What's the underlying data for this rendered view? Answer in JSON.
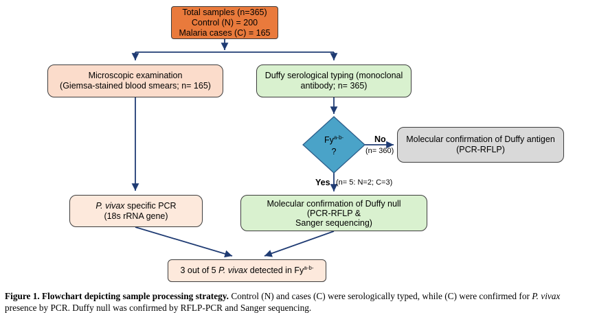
{
  "nodes": {
    "total": {
      "line1": "Total samples (n=365)",
      "line2": "Control (N) = 200",
      "line3": "Malaria cases (C) = 165"
    },
    "microscopic": {
      "line1": "Microscopic examination",
      "line2": "(Giemsa-stained blood smears; n= 165)"
    },
    "duffy_sero": {
      "line1": "Duffy serological typing (monoclonal",
      "line2": "antibody; n= 365)"
    },
    "decision": {
      "base": "Fy",
      "sup": "a-b-",
      "q": "?"
    },
    "mol_antigen": {
      "line1": "Molecular confirmation of Duffy antigen",
      "line2": "(PCR-RFLP)"
    },
    "pvivax_pcr": {
      "italic": "P. vivax",
      "line1_rest": " specific PCR",
      "line2": "(18s rRNA gene)"
    },
    "mol_null": {
      "line1": "Molecular confirmation of Duffy null",
      "line2": "(PCR-RFLP &",
      "line3": "Sanger sequencing)"
    },
    "result": {
      "pre": "3 out of 5 ",
      "italic": "P. vivax",
      "mid": " detected in Fy",
      "sup": "a-b-"
    }
  },
  "edges": {
    "no_label": "No",
    "no_count": "(n= 360)",
    "yes_label": "Yes",
    "yes_count": "(n= 5: N=2; C=3)"
  },
  "caption": {
    "bold": "Figure 1. Flowchart depicting sample processing strategy.",
    "text1": " Control (N) and cases (C) were serologically typed, while (C) were confirmed for ",
    "italic": "P. vivax",
    "text2": " presence by PCR. Duffy null was confirmed by RFLP-PCR and Sanger sequencing."
  },
  "colors": {
    "arrow": "#1f3b73",
    "total_fill": "#e97a3c",
    "microscopic_fill": "#fbdccb",
    "green_fill": "#d9f1cf",
    "decision_fill": "#4aa3c8",
    "grey_fill": "#d9d9d9"
  }
}
